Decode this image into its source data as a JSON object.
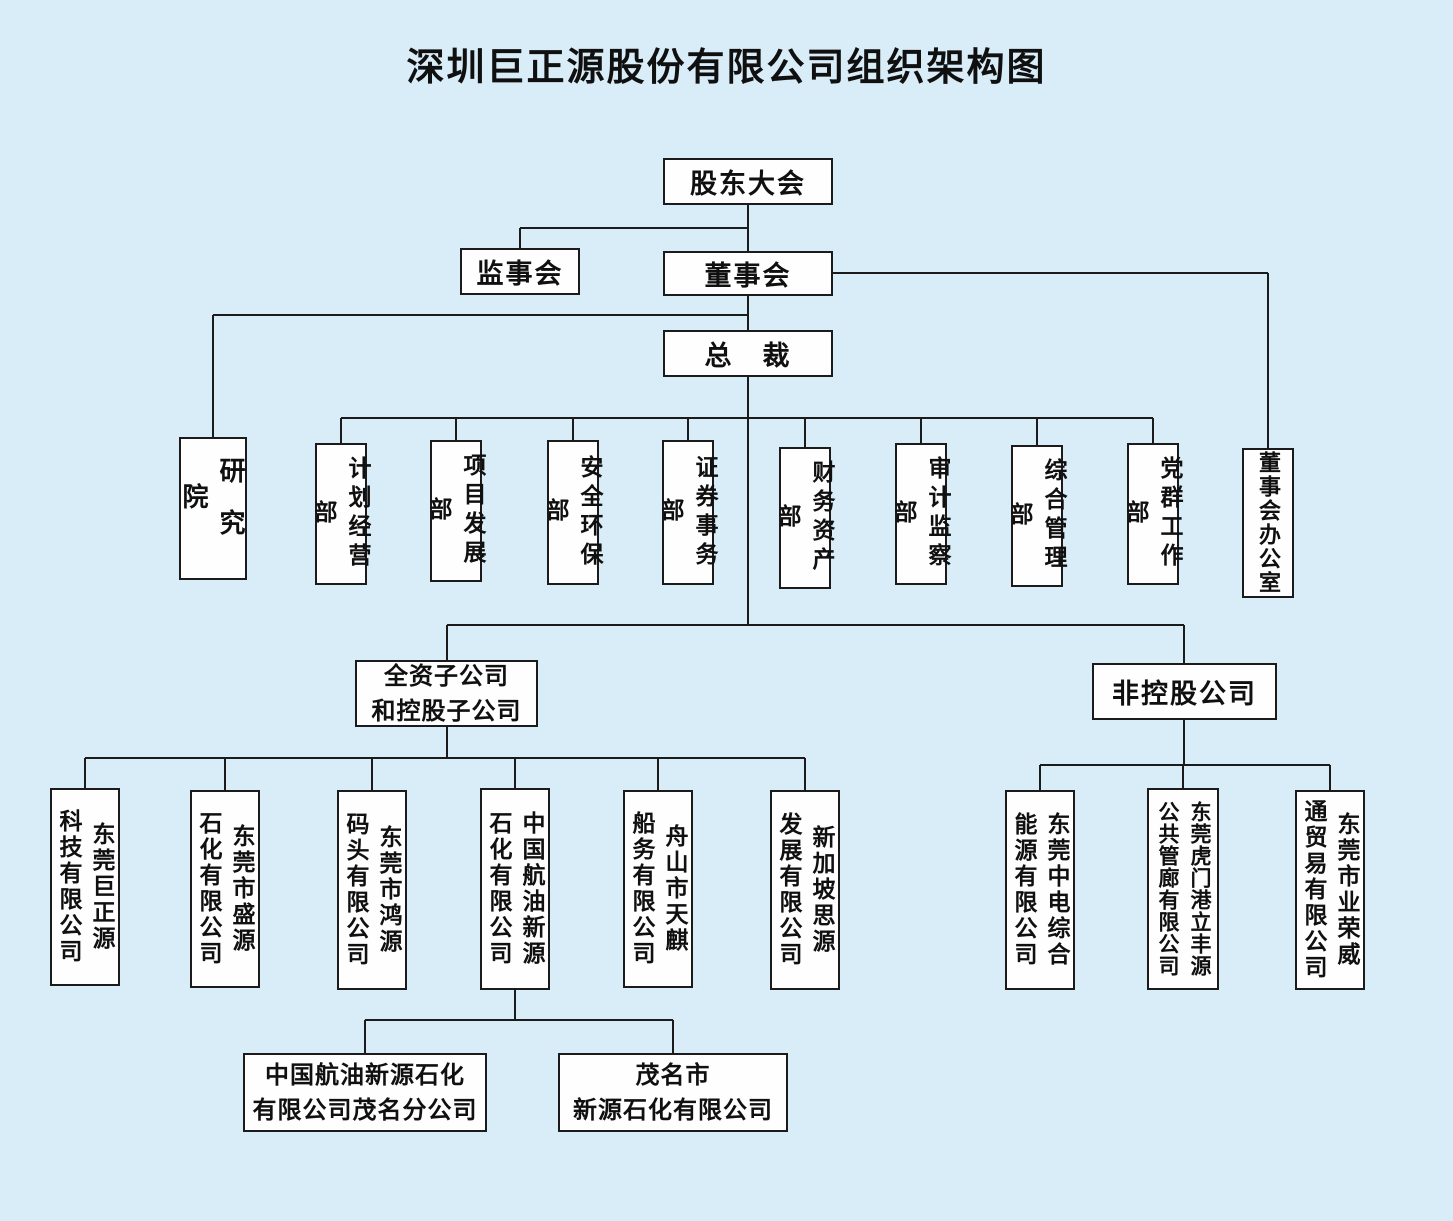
{
  "title": "深圳巨正源股份有限公司组织架构图",
  "colors": {
    "background": "#d8edf8",
    "box_fill": "#fefefe",
    "box_border": "#1b1b1b",
    "line": "#1b1b1b",
    "text": "#101010"
  },
  "nodes": {
    "shareholders": {
      "label": "股东大会"
    },
    "supervisory": {
      "label": "监事会"
    },
    "board": {
      "label": "董事会"
    },
    "president": {
      "label": "总　裁"
    },
    "research": {
      "label": "研究院"
    },
    "planning": {
      "label": "计划经营部"
    },
    "project_dev": {
      "label": "项目发展部"
    },
    "safety_env": {
      "label": "安全环保部"
    },
    "securities": {
      "label": "证券事务部"
    },
    "finance_assets": {
      "label": "财务资产部"
    },
    "audit": {
      "label": "审计监察部"
    },
    "general_mgmt": {
      "label": "综合管理部"
    },
    "party_mass": {
      "label": "党群工作部"
    },
    "board_office": {
      "label": "董事会办公室"
    },
    "wholly_owned": {
      "label": "全资子公司\n和控股子公司"
    },
    "non_controlling": {
      "label": "非控股公司"
    },
    "sub_tech": {
      "label": "东莞巨正源\n科技有限公司"
    },
    "sub_shengyuan": {
      "label": "东莞市盛源\n石化有限公司"
    },
    "sub_hongyuan": {
      "label": "东莞市鸿源\n码头有限公司"
    },
    "sub_cnao_xinyuan": {
      "label": "中国航油新源\n石化有限公司"
    },
    "sub_tianqi": {
      "label": "舟山市天麒\n船务有限公司"
    },
    "sub_siyuan": {
      "label": "新加坡思源\n发展有限公司"
    },
    "nc_zhongdian": {
      "label": "东莞中电综合\n能源有限公司"
    },
    "nc_lifengyuan": {
      "label": "东莞虎门港立丰源\n公共管廊有限公司"
    },
    "nc_rongweitong": {
      "label": "东莞市业荣威\n通贸易有限公司"
    },
    "branch_maoming": {
      "label": "中国航油新源石化\n有限公司茂名分公司"
    },
    "maoming_xinyuan": {
      "label": "茂名市\n新源石化有限公司"
    }
  }
}
